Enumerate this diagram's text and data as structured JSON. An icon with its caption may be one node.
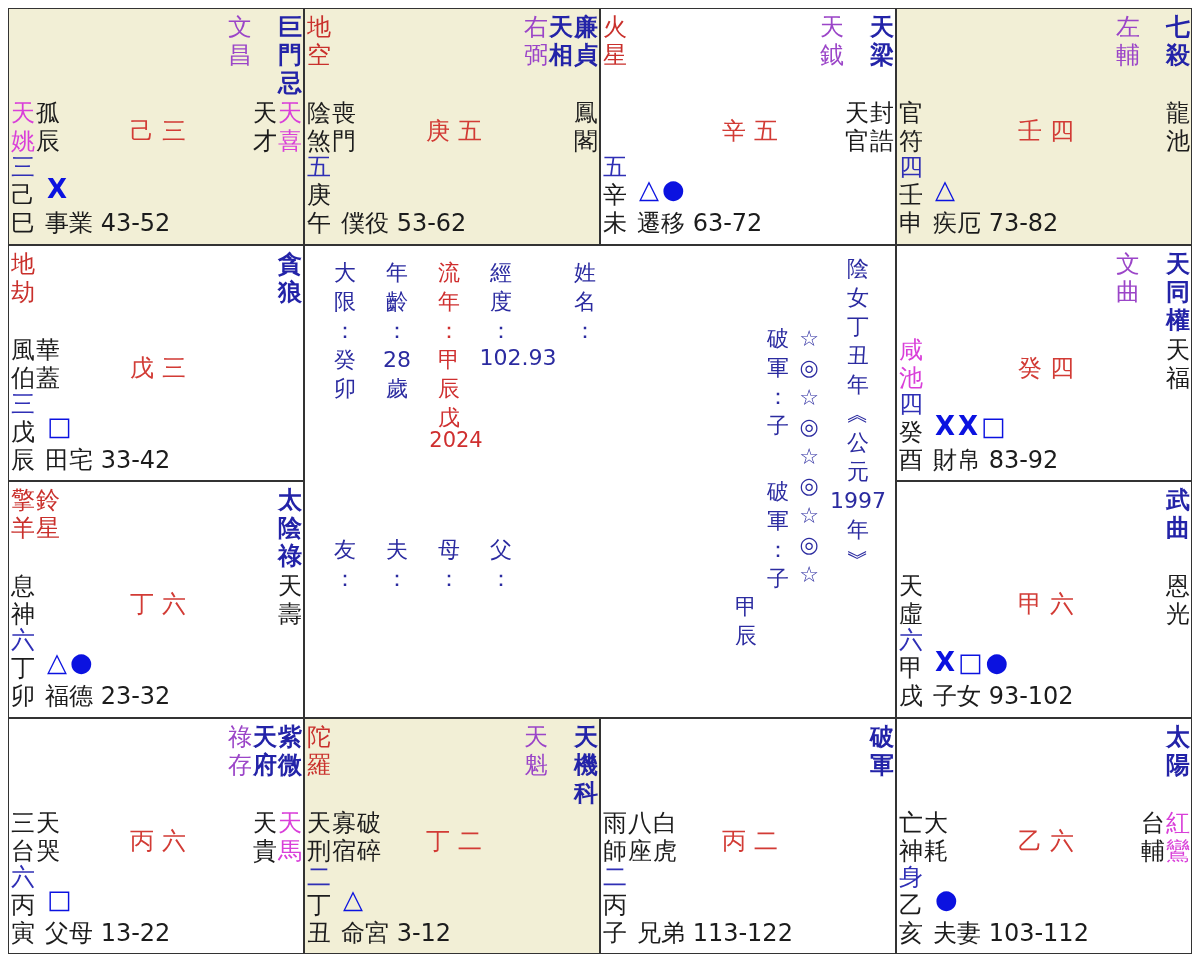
{
  "diagram": {
    "nodes": [
      {
        "text": [
          "文昌",
          "巨門忌",
          "天姚",
          "孤辰",
          "己 三",
          "天才",
          "天喜",
          "三",
          "己巳",
          "X",
          "事業 43-52"
        ]
      },
      {
        "text": [
          "地空",
          "右弼",
          "天相",
          "廉貞",
          "陰煞",
          "喪門",
          "庚 五",
          "鳳閣",
          "五",
          "庚午",
          "僕役 53-62"
        ]
      },
      {
        "text": [
          "火星",
          "天鉞",
          "天梁",
          "辛 五",
          "天官",
          "封誥",
          "五",
          "辛未",
          "△●",
          "遷移 63-72"
        ]
      },
      {
        "text": [
          "左輔",
          "七殺",
          "官符",
          "壬 四",
          "龍池",
          "四",
          "壬申",
          "△",
          "疾厄 73-82"
        ]
      },
      {
        "text": [
          "地劫",
          "貪狼",
          "風伯",
          "華蓋",
          "戊 三",
          "三",
          "戊辰",
          "□",
          "田宅 33-42"
        ]
      },
      {
        "text": [
          "大限：",
          "年齡：",
          "流年：",
          "經度：",
          "姓名：",
          "陰女丁丑年︽公元1997年︾",
          "破軍：子",
          "☆◎☆◎☆◎☆◎☆",
          "癸卯",
          "28歲",
          "甲辰戊",
          "102.93",
          "2024",
          "友：",
          "夫：",
          "母：",
          "父：",
          "破軍：子",
          "甲辰"
        ]
      },
      {
        "text": [
          "文曲",
          "天同權",
          "咸池",
          "癸 四",
          "天福",
          "四",
          "癸酉",
          "XX□",
          "財帛 83-92"
        ]
      },
      {
        "text": [
          "擎羊",
          "鈴星",
          "太陰祿",
          "息神",
          "丁 六",
          "天壽",
          "六",
          "丁卯",
          "△●",
          "福德 23-32"
        ]
      },
      {
        "text": [
          "武曲",
          "天虛",
          "甲 六",
          "恩光",
          "六",
          "甲戌",
          "X□●",
          "子女 93-102"
        ]
      },
      {
        "text": [
          "祿存",
          "天府",
          "紫微",
          "三台",
          "天哭",
          "丙 六",
          "天貴",
          "天馬",
          "六",
          "丙寅",
          "□",
          "父母 13-22"
        ]
      },
      {
        "text": [
          "陀羅",
          "天魁",
          "天機科",
          "天刑",
          "寡宿",
          "破碎",
          "丁 二",
          "二",
          "丁丑",
          "△",
          "命宮 3-12"
        ]
      },
      {
        "text": [
          "破軍",
          "雨師",
          "八座",
          "白虎",
          "丙 二",
          "二",
          "丙子",
          "兄弟 113-122"
        ]
      },
      {
        "text": [
          "太陽",
          "亡神",
          "大耗",
          "乙 六",
          "台輔",
          "紅鸞",
          "身",
          "乙亥",
          "●",
          "夫妻 103-112"
        ]
      }
    ]
  }
}
